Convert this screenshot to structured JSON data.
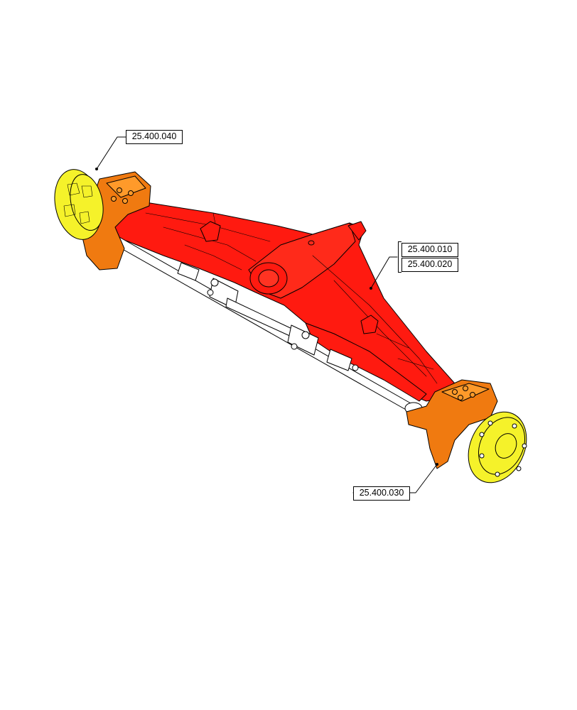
{
  "callouts": {
    "hub_left": "25.400.040",
    "axle_body": "25.400.010",
    "axle_body_alt": "25.400.020",
    "hub_right": "25.400.030"
  },
  "colors": {
    "axle_body": "#ff1a10",
    "knuckle": "#f07a10",
    "hub": "#f5f22a",
    "linkage": "#ffffff",
    "outline": "#000000"
  }
}
